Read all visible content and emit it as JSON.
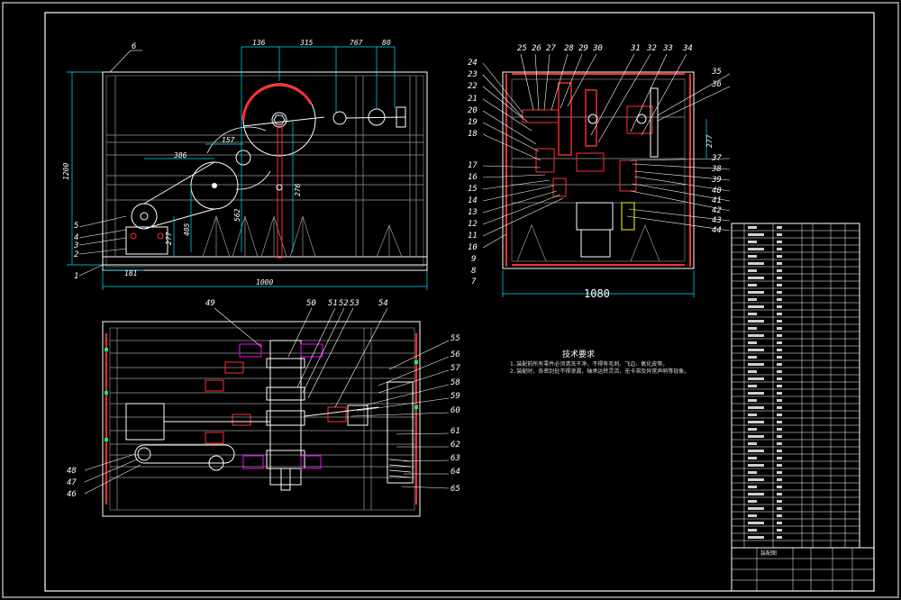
{
  "colors": {
    "background": "#000000",
    "frame": "#ffffff",
    "dimension": "#00e5ff",
    "part": "#ff3030",
    "magenta": "#ff00ff",
    "yellow": "#ffff00",
    "green": "#00ff66",
    "grey": "#9a9a9a"
  },
  "front_view": {
    "dims": [
      "136",
      "315",
      "767",
      "80",
      "1200",
      "386",
      "157",
      "562",
      "276",
      "277",
      "405",
      "181",
      "1000"
    ],
    "part_labels": [
      "6",
      "5",
      "4",
      "3",
      "2",
      "1"
    ]
  },
  "side_view": {
    "dims": [
      "277",
      "1080"
    ],
    "labels_top": [
      "25",
      "26",
      "27",
      "28",
      "29",
      "30",
      "31",
      "32",
      "33",
      "34"
    ],
    "labels_left": [
      "24",
      "23",
      "22",
      "21",
      "20",
      "19",
      "18",
      "17",
      "16",
      "15",
      "14",
      "13",
      "12",
      "11",
      "10",
      "9",
      "8",
      "7"
    ],
    "labels_right": [
      "35",
      "36",
      "37",
      "38",
      "39",
      "40",
      "41",
      "42",
      "43",
      "44"
    ]
  },
  "plan_view": {
    "labels_top": [
      "49",
      "50",
      "51",
      "52",
      "53",
      "54"
    ],
    "labels_right": [
      "55",
      "56",
      "57",
      "58",
      "59",
      "60",
      "61",
      "62",
      "63",
      "64",
      "65"
    ],
    "labels_left": [
      "48",
      "47",
      "46"
    ]
  },
  "tech_notes": {
    "title": "技术要求",
    "lines": [
      "1.装配前所有零件必须清洗干净，不得有毛刺、飞边、氧化皮等。",
      "2.装配时，各密封处不得渗漏，轴承运转灵活，无卡滞及异常声响等现象。"
    ]
  },
  "title_block": {
    "caption": "装配图"
  }
}
